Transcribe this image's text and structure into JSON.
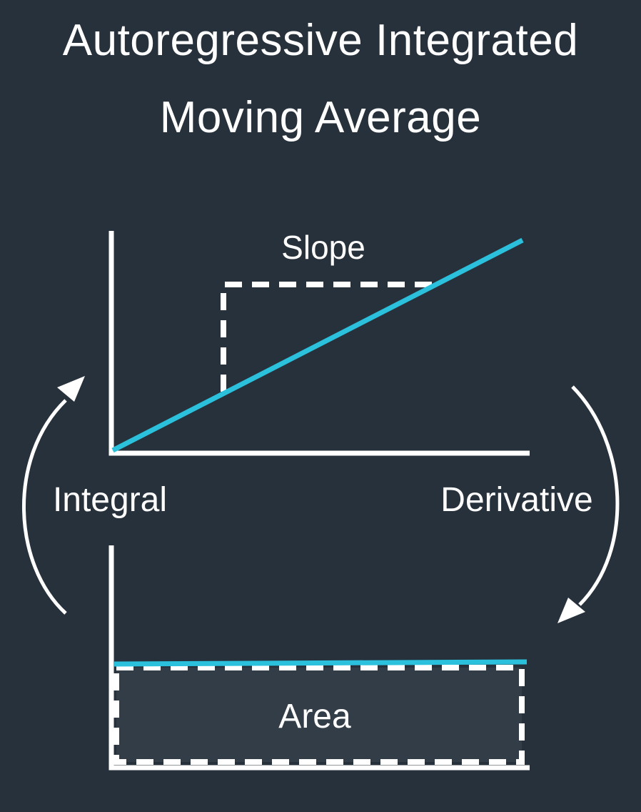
{
  "title": {
    "line1": "Autoregressive Integrated",
    "line2": "Moving Average"
  },
  "labels": {
    "slope": "Slope",
    "integral": "Integral",
    "derivative": "Derivative",
    "area": "Area"
  },
  "colors": {
    "background": "#27313b",
    "axis": "#ffffff",
    "line": "#2bc0dc",
    "area_fill": "#323d47",
    "text": "#ffffff"
  },
  "icons": [
    "arrow-up-curved-icon",
    "arrow-down-curved-icon"
  ]
}
